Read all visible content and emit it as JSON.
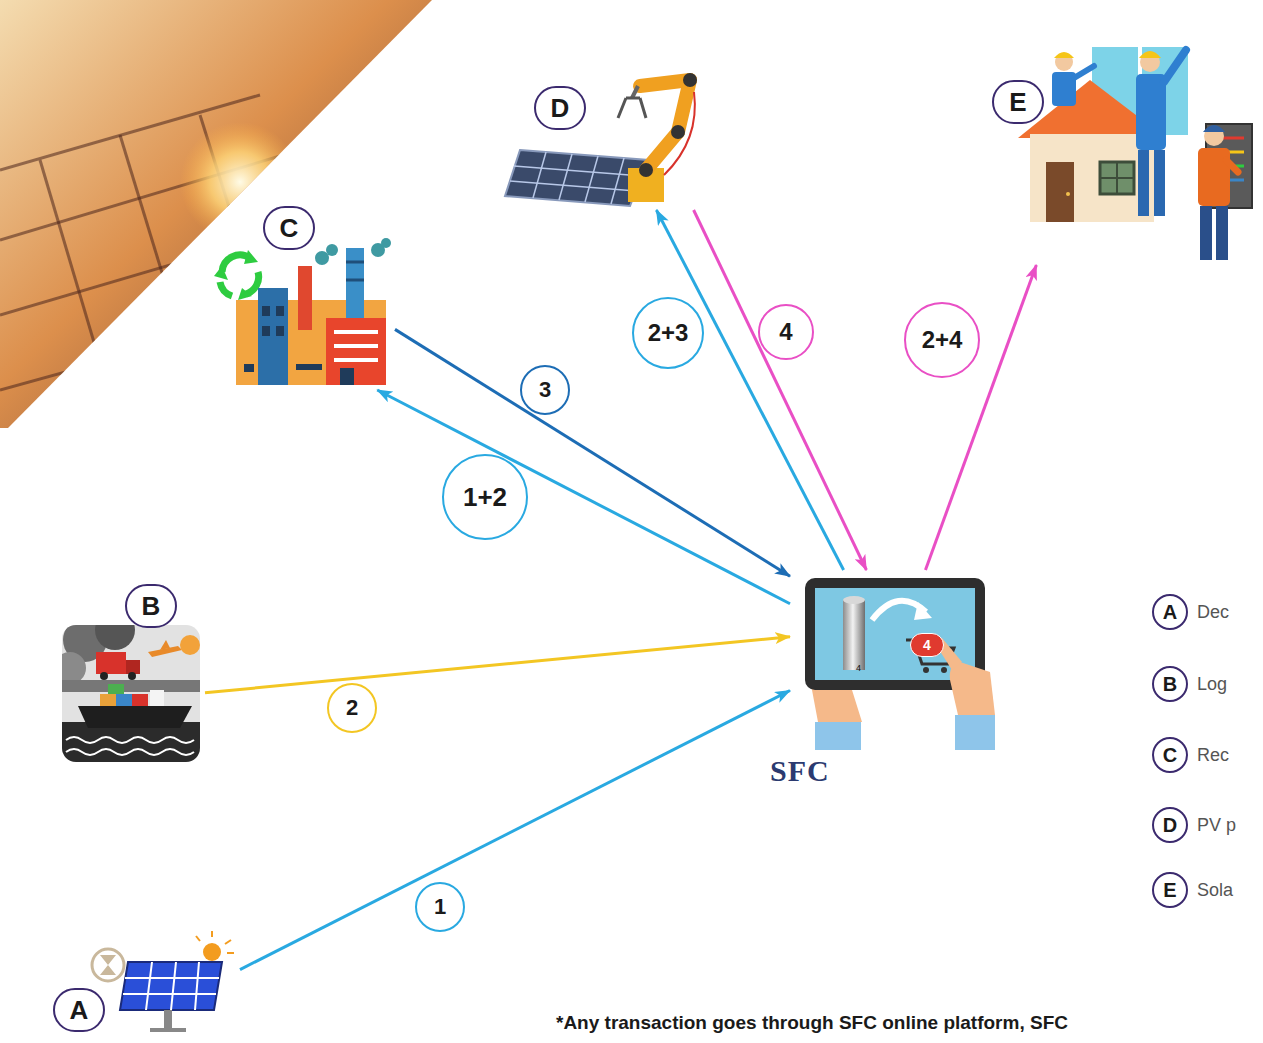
{
  "diagram": {
    "caption": "*Any transaction goes through SFC online platform, SFC",
    "nodes": [
      {
        "text": [
          "D"
        ]
      },
      {
        "text": [
          "E"
        ]
      },
      {
        "text": [
          "C"
        ]
      },
      {
        "text": [
          "B"
        ]
      },
      {
        "text": [
          "4"
        ]
      },
      {
        "text": [
          "A"
        ]
      }
    ],
    "edges": [
      {
        "from": 5,
        "to": 4,
        "arrow": "to",
        "label": "1"
      },
      {
        "from": 3,
        "to": 4,
        "arrow": "to",
        "label": "2"
      },
      {
        "from": 4,
        "to": 2,
        "arrow": "to",
        "label": "1+2"
      },
      {
        "from": 2,
        "to": 4,
        "arrow": "to",
        "label": "3"
      },
      {
        "from": 4,
        "to": 0,
        "arrow": "to",
        "label": "2+3"
      },
      {
        "from": 0,
        "to": 4,
        "arrow": "to",
        "label": "4"
      },
      {
        "from": 4,
        "to": 1,
        "arrow": "to",
        "label": "2+4"
      }
    ],
    "labels": [
      "4",
      "SFC",
      "A",
      "B",
      "C",
      "D",
      "E"
    ],
    "legend": [
      {
        "text": "Dec"
      },
      {
        "text": "Log"
      },
      {
        "text": "Rec"
      },
      {
        "text": "PV p"
      },
      {
        "text": "Sola"
      }
    ]
  }
}
